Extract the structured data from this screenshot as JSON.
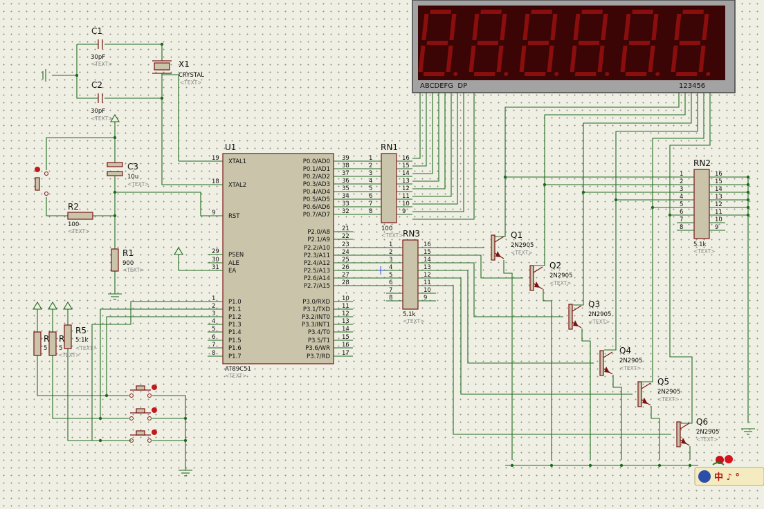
{
  "title": "",
  "display": {
    "seg_label": "ABCDEFG  DP",
    "digit_label": "123456",
    "digits": 6
  },
  "text_placeholder": "<TEXT>",
  "u1": {
    "ref": "U1",
    "part": "AT89C51",
    "left_pins": [
      {
        "name": "XTAL1",
        "num": "19"
      },
      {
        "name": "XTAL2",
        "num": "18"
      },
      {
        "name": "RST",
        "num": "9"
      },
      {
        "name": "PSEN",
        "num": "29"
      },
      {
        "name": "ALE",
        "num": "30"
      },
      {
        "name": "EA",
        "num": "31"
      },
      {
        "name": "P1.0",
        "num": "1"
      },
      {
        "name": "P1.1",
        "num": "2"
      },
      {
        "name": "P1.2",
        "num": "3"
      },
      {
        "name": "P1.3",
        "num": "4"
      },
      {
        "name": "P1.4",
        "num": "5"
      },
      {
        "name": "P1.5",
        "num": "6"
      },
      {
        "name": "P1.6",
        "num": "7"
      },
      {
        "name": "P1.7",
        "num": "8"
      }
    ],
    "right_pins": [
      {
        "name": "P0.0/AD0",
        "num": "39"
      },
      {
        "name": "P0.1/AD1",
        "num": "38"
      },
      {
        "name": "P0.2/AD2",
        "num": "37"
      },
      {
        "name": "P0.3/AD3",
        "num": "36"
      },
      {
        "name": "P0.4/AD4",
        "num": "35"
      },
      {
        "name": "P0.5/AD5",
        "num": "34"
      },
      {
        "name": "P0.6/AD6",
        "num": "33"
      },
      {
        "name": "P0.7/AD7",
        "num": "32"
      },
      {
        "name": "P2.0/A8",
        "num": "21"
      },
      {
        "name": "P2.1/A9",
        "num": "22"
      },
      {
        "name": "P2.2/A10",
        "num": "23"
      },
      {
        "name": "P2.3/A11",
        "num": "24"
      },
      {
        "name": "P2.4/A12",
        "num": "25"
      },
      {
        "name": "P2.5/A13",
        "num": "26"
      },
      {
        "name": "P2.6/A14",
        "num": "27"
      },
      {
        "name": "P2.7/A15",
        "num": "28"
      },
      {
        "name": "P3.0/RXD",
        "num": "10"
      },
      {
        "name": "P3.1/TXD",
        "num": "11"
      },
      {
        "name": "P3.2/INT0",
        "num": "12"
      },
      {
        "name": "P3.3/INT1",
        "num": "13"
      },
      {
        "name": "P3.4/T0",
        "num": "14"
      },
      {
        "name": "P3.5/T1",
        "num": "15"
      },
      {
        "name": "P3.6/WR",
        "num": "16"
      },
      {
        "name": "P3.7/RD",
        "num": "17"
      }
    ]
  },
  "rn_left_nums": [
    "1",
    "2",
    "3",
    "4",
    "5",
    "6",
    "7",
    "8"
  ],
  "rn_right_nums": [
    "16",
    "15",
    "14",
    "13",
    "12",
    "11",
    "10",
    "9"
  ],
  "rn1": {
    "ref": "RN1",
    "value": "100"
  },
  "rn2": {
    "ref": "RN2",
    "value": "5.1k"
  },
  "rn3": {
    "ref": "RN3",
    "value": "5.1k"
  },
  "c1": {
    "ref": "C1",
    "value": "30pF"
  },
  "c2": {
    "ref": "C2",
    "value": "30pF"
  },
  "c3": {
    "ref": "C3",
    "value": "10u"
  },
  "x1": {
    "ref": "X1",
    "value": "CRYSTAL"
  },
  "r1": {
    "ref": "R1",
    "value": "900"
  },
  "r2": {
    "ref": "R2",
    "value": "100"
  },
  "r5": {
    "ref": "R5",
    "value": "5.1k"
  },
  "r3": {
    "ref": "R",
    "value": "5"
  },
  "r4": {
    "ref": "R",
    "value": "5"
  },
  "transistors": [
    {
      "ref": "Q1",
      "part": "2N2905"
    },
    {
      "ref": "Q2",
      "part": "2N2905"
    },
    {
      "ref": "Q3",
      "part": "2N2905"
    },
    {
      "ref": "Q4",
      "part": "2N2905"
    },
    {
      "ref": "Q5",
      "part": "2N2905"
    },
    {
      "ref": "Q6",
      "part": "2N2905"
    }
  ],
  "badge_text": "中 ♪ °"
}
